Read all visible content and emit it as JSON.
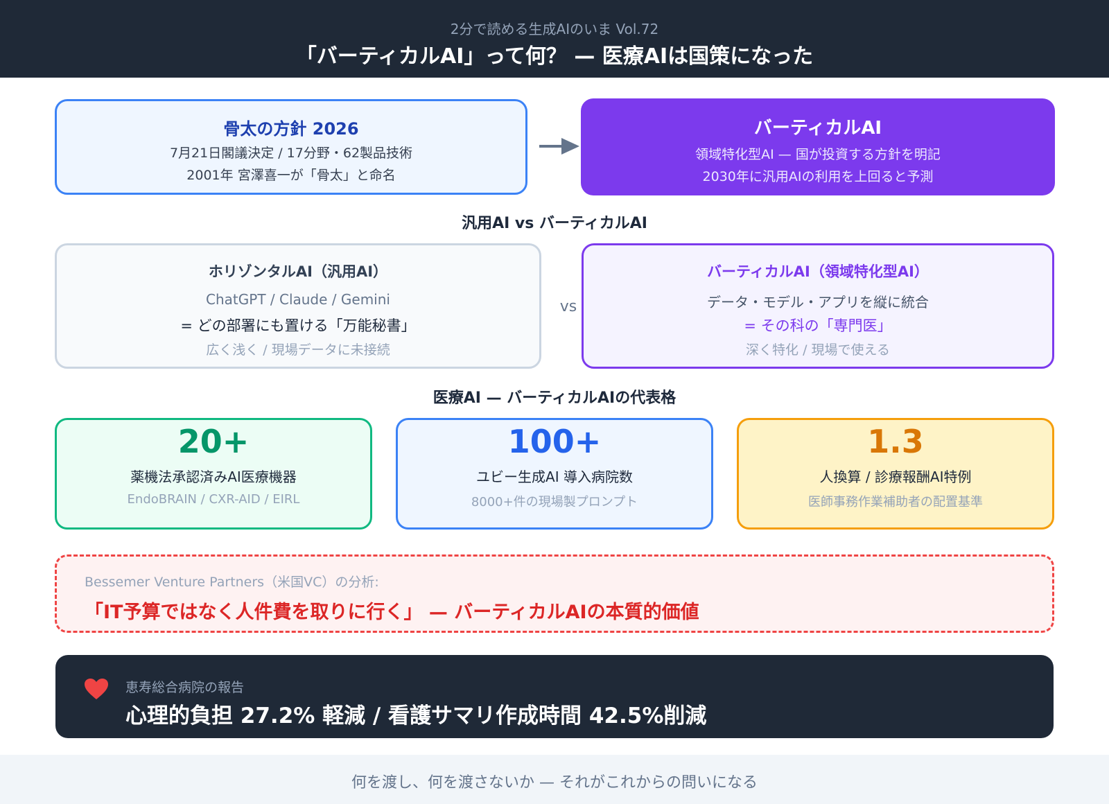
{
  "header": {
    "subtitle": "2分で読める生成AIのいま Vol.72",
    "title": "「バーティカルAI」って何？ — 医療AIは国策になった"
  },
  "policy": {
    "title": "骨太の方針 2026",
    "line1": "7月21日閣議決定 / 17分野・62製品技術",
    "line2": "2001年 宮澤喜一が「骨太」と命名"
  },
  "vertical_ai": {
    "title": "バーティカルAI",
    "line1": "領域特化型AI — 国が投資する方針を明記",
    "line2": "2030年に汎用AIの利用を上回ると予測"
  },
  "comparison": {
    "section_title": "汎用AI vs バーティカルAI",
    "vs_label": "vs",
    "horizontal": {
      "title": "ホリゾンタルAI（汎用AI）",
      "examples": "ChatGPT / Claude / Gemini",
      "metaphor": "= どの部署にも置ける「万能秘書」",
      "note": "広く浅く / 現場データに未接続"
    },
    "vertical": {
      "title": "バーティカルAI（領域特化型AI）",
      "examples": "データ・モデル・アプリを縦に統合",
      "metaphor": "= その科の「専門医」",
      "note": "深く特化 / 現場で使える"
    }
  },
  "medical": {
    "section_title": "医療AI — バーティカルAIの代表格",
    "stats": [
      {
        "value": "20+",
        "label": "薬機法承認済みAI医療機器",
        "note": "EndoBRAIN / CXR-AID / EIRL",
        "color": "#059669"
      },
      {
        "value": "100+",
        "label": "ユビー生成AI 導入病院数",
        "note": "8000+件の現場製プロンプト",
        "color": "#2563eb"
      },
      {
        "value": "1.3",
        "label": "人換算 / 診療報酬AI特例",
        "note": "医師事務作業補助者の配置基準",
        "color": "#d97706"
      }
    ]
  },
  "analysis": {
    "attribution": "Bessemer Venture Partners（米国VC）の分析:",
    "quote": "「IT予算ではなく人件費を取りに行く」 — バーティカルAIの本質的価値"
  },
  "report": {
    "icon": "heart-icon",
    "source": "恵寿総合病院の報告",
    "result": "心理的負担 27.2% 軽減 / 看護サマリ作成時間 42.5%削減"
  },
  "footer": {
    "text": "何を渡し、何を渡さないか — それがこれからの問いになる"
  },
  "colors": {
    "header_bg": "#1f2937",
    "accent_blue": "#3b82f6",
    "accent_purple": "#7c3aed",
    "accent_green": "#10b981",
    "accent_amber": "#f59e0b",
    "accent_red": "#dc2626",
    "heart": "#ef4444"
  }
}
